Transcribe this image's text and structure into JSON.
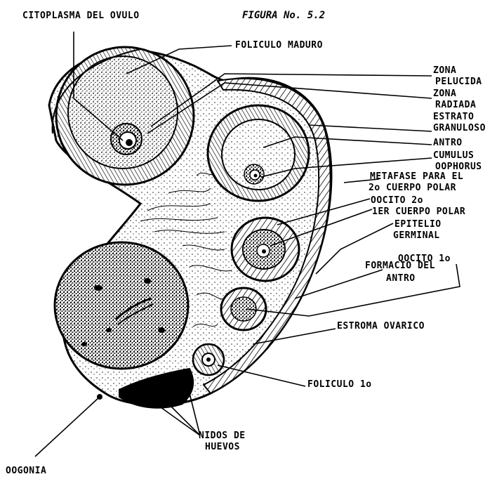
{
  "figure_title": "FIGURA No. 5.2",
  "labels": {
    "citoplasma": "CITOPLASMA DEL OVULO",
    "foliculo_maduro": "FOLICULO MADURO",
    "zona_pelucida": [
      "ZONA",
      "PELUCIDA"
    ],
    "zona_radiada": [
      "ZONA",
      "RADIADA"
    ],
    "estrato_granuloso": [
      "ESTRATO",
      "GRANULOSO"
    ],
    "antro": "ANTRO",
    "cumulus": [
      "CUMULUS",
      "OOPHORUS"
    ],
    "metafase": [
      "METAFASE PARA EL",
      "2o CUERPO POLAR"
    ],
    "oocito_2o": "OOCITO 2o",
    "primer_cuerpo_polar": "1ER CUERPO POLAR",
    "epitelio": [
      "EPITELIO",
      "GERMINAL"
    ],
    "oocito_1o": "OOCITO 1o",
    "formacion_antro": [
      "FORMACIO DEL",
      "ANTRO"
    ],
    "estroma": "ESTROMA OVARICO",
    "foliculo_1o": "FOLICULO 1o",
    "nidos": [
      "NIDOS DE",
      "HUEVOS"
    ],
    "oogonia": "OOGONIA"
  },
  "colors": {
    "ink": "#000000",
    "paper": "#ffffff"
  }
}
